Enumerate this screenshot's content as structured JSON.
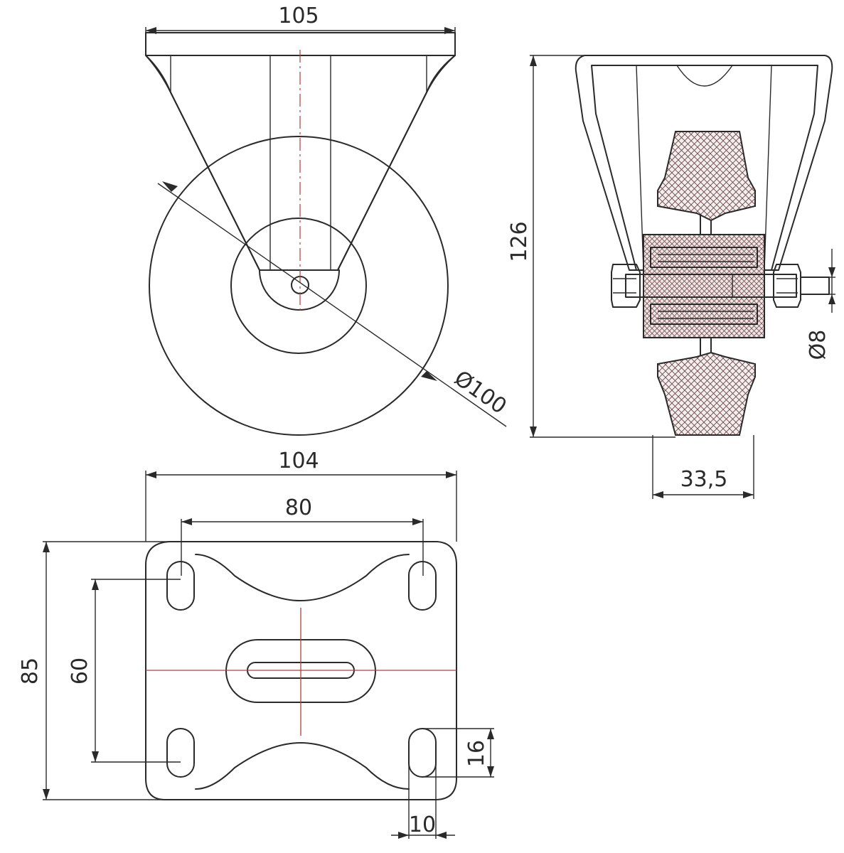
{
  "dimensions": {
    "plate_width_top": "105",
    "wheel_diameter": "Ø100",
    "overall_height": "126",
    "axle_diameter": "Ø8",
    "wheel_width": "33,5",
    "base_width": "104",
    "hole_spacing_x": "80",
    "base_depth": "85",
    "hole_spacing_y": "60",
    "slot_length": "16",
    "slot_width": "10"
  },
  "colors": {
    "line": "#2a2a2a",
    "centerline": "#b24040",
    "background": "#ffffff"
  }
}
